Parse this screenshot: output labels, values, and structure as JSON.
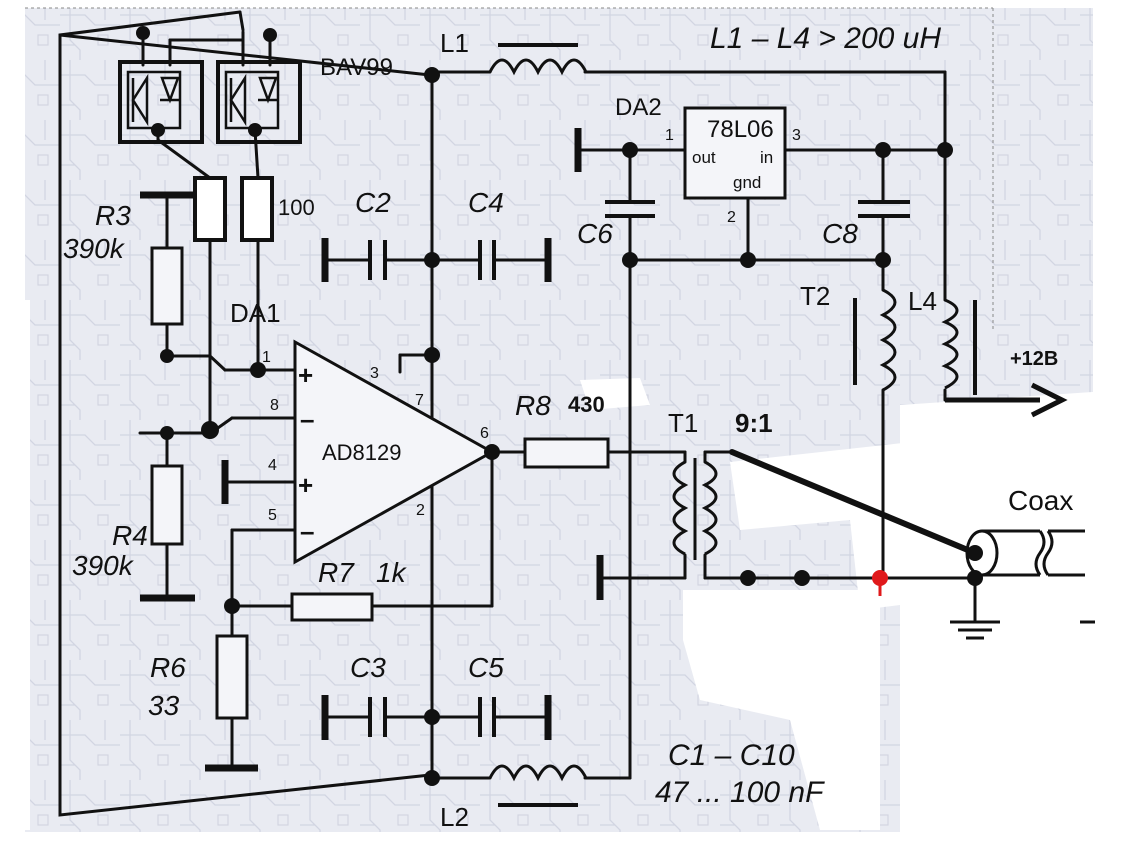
{
  "colors": {
    "background": "#e9ebf2",
    "wire": "#111111",
    "node": "#111111",
    "highlight": "#e0191b",
    "pcb_pattern": "#c9cddc"
  },
  "notes": {
    "inductor_spec": "L1 – L4  > 200 uH",
    "capacitor_spec_1": "C1 – C10",
    "capacitor_spec_2": "47 ... 100 nF"
  },
  "parts": {
    "diodes": "BAV99",
    "r_small": "100",
    "r3_name": "R3",
    "r3_value": "390k",
    "r4_name": "R4",
    "r4_value": "390k",
    "r6_name": "R6",
    "r6_value": "33",
    "r7_name": "R7",
    "r7_value": "1k",
    "r8_name": "R8",
    "r8_value": "430",
    "c2": "C2",
    "c3": "C3",
    "c4": "C4",
    "c5": "C5",
    "c6": "C6",
    "c8": "C8",
    "l1": "L1",
    "l2": "L2",
    "l4": "L4",
    "t1": "T1",
    "t1_ratio": "9:1",
    "t2": "T2",
    "da1": "DA1",
    "da1_part": "AD8129",
    "da2": "DA2",
    "da2_part": "78L06",
    "da2_pin_out": "out",
    "da2_pin_in": "in",
    "da2_pin_gnd": "gnd",
    "supply": "+12B",
    "coax": "Coax"
  },
  "pins": {
    "p1": "1",
    "p2": "2",
    "p3": "3",
    "p4": "4",
    "p5": "5",
    "p6": "6",
    "p7": "7",
    "p8": "8",
    "plus": "+",
    "minus": "–"
  }
}
